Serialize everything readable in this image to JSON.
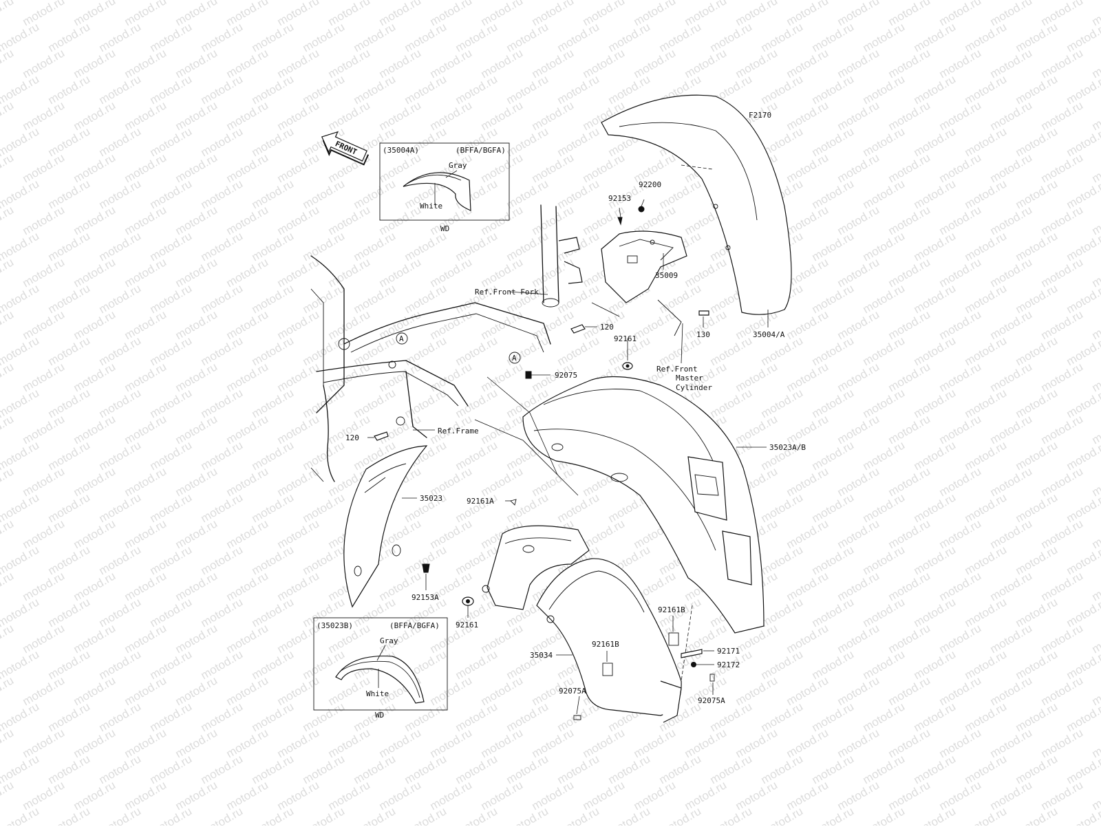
{
  "watermark": "motod.ru",
  "figure_code": "F2170",
  "front_arrow": "FRONT",
  "inset_top": {
    "part": "(35004A)",
    "variant": "(BFFA/BGFA)",
    "gray": "Gray",
    "white": "White",
    "caption": "WD"
  },
  "inset_bottom": {
    "part": "(35023B)",
    "variant": "(BFFA/BGFA)",
    "gray": "Gray",
    "white": "White",
    "caption": "WD"
  },
  "ref_labels": {
    "front_fork": "Ref.Front Fork",
    "frame": "Ref.Frame",
    "master_cyl_1": "Ref.Front",
    "master_cyl_2": "Master",
    "master_cyl_3": "Cylinder"
  },
  "callout_a": "A",
  "parts": {
    "p92200": "92200",
    "p92153": "92153",
    "p35009": "35009",
    "p120_top": "120",
    "p130": "130",
    "p35004A": "35004/A",
    "p92161_top": "92161",
    "p92075_top": "92075",
    "p120_left": "120",
    "p35023AB": "35023A/B",
    "p92161A": "92161A",
    "p35023": "35023",
    "p92153A": "92153A",
    "p92161_mid": "92161",
    "p92161B_right": "92161B",
    "p92161B_mid": "92161B",
    "p35034": "35034",
    "p92171": "92171",
    "p92172": "92172",
    "p92075A_left": "92075A",
    "p92075A_right": "92075A"
  }
}
